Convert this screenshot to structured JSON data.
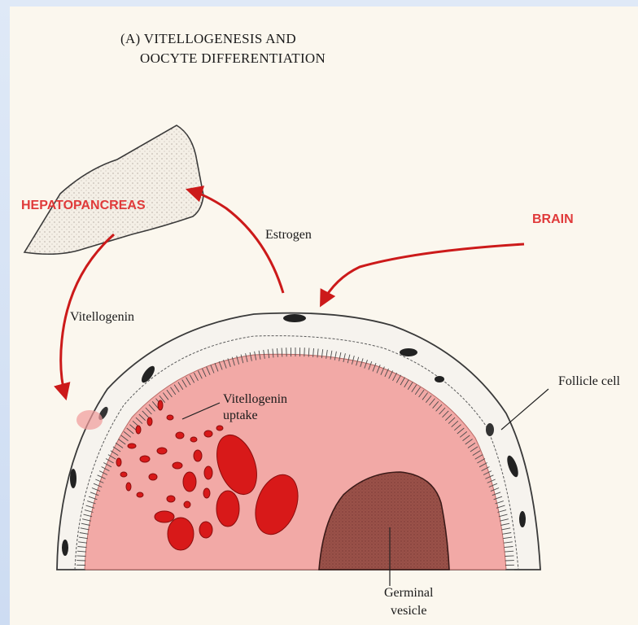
{
  "title": {
    "line1": "(A) VITELLOGENESIS AND",
    "line2": "OOCYTE DIFFERENTIATION"
  },
  "labels": {
    "hepatopancreas": "HEPATOPANCREAS",
    "brain": "BRAIN",
    "estrogen": "Estrogen",
    "vitellogenin": "Vitellogenin",
    "follicle_cell": "Follicle cell",
    "vitellogenin_uptake_1": "Vitellogenin",
    "vitellogenin_uptake_2": "uptake",
    "germinal_1": "Germinal",
    "germinal_2": "vesicle"
  },
  "colors": {
    "accent_red": "#e03a3a",
    "arrow_red": "#cc1a1a",
    "ooplasm_pink": "#f2a9a6",
    "yolk_red": "#d81919",
    "vesicle_brown": "#9a5149",
    "background": "#fbf7ee"
  }
}
